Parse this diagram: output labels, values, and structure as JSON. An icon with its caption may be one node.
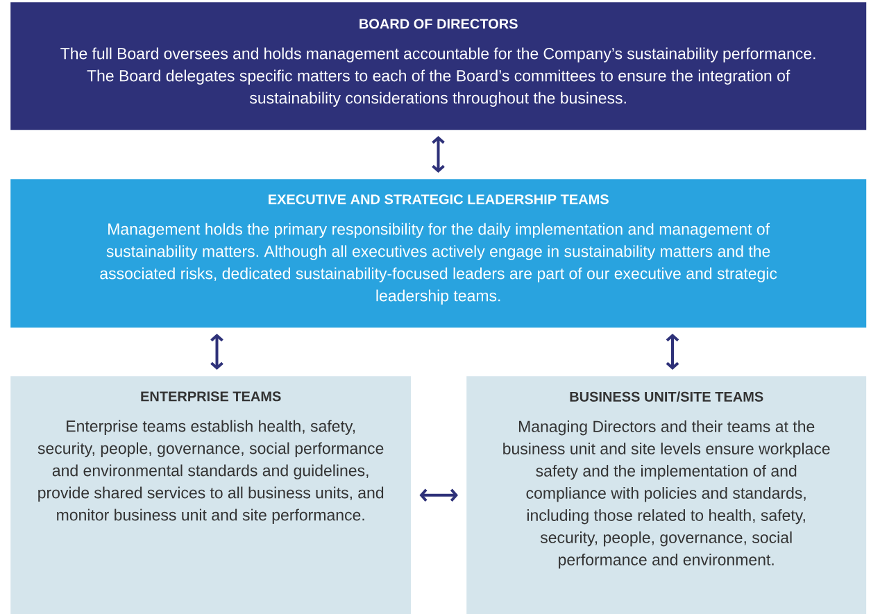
{
  "diagram": {
    "nodes": [
      {
        "text": [
          "BOARD OF DIRECTORS",
          "The full Board oversees and holds management accountable for the Company’s sustainability performance. The Board delegates specific matters to each of the Board’s committees to ensure the integration of sustainability considerations throughout the business."
        ]
      },
      {
        "text": [
          "EXECUTIVE AND STRATEGIC LEADERSHIP TEAMS",
          "Management holds the primary responsibility for the daily implementation and management of sustainability matters. Although all executives actively engage in sustainability matters and the associated risks, dedicated sustainability-focused leaders are part of our executive and strategic leadership teams."
        ]
      },
      {
        "text": [
          "ENTERPRISE TEAMS",
          "Enterprise teams establish health, safety, security, people, governance, social performance and environmental standards and guidelines, provide shared services to all business units, and monitor business unit and site performance."
        ]
      },
      {
        "text": [
          "BUSINESS UNIT/SITE TEAMS",
          "Managing Directors and their teams at the business unit and site levels ensure workplace safety and the implementation of and compliance with policies and standards, including those related to health, safety, security, people, governance, social performance and environment."
        ]
      }
    ],
    "edges": [
      {
        "from": 0,
        "to": 1,
        "arrow": "both"
      },
      {
        "from": 1,
        "to": 2,
        "arrow": "both"
      },
      {
        "from": 1,
        "to": 3,
        "arrow": "both"
      },
      {
        "from": 2,
        "to": 3,
        "arrow": "both"
      }
    ]
  }
}
